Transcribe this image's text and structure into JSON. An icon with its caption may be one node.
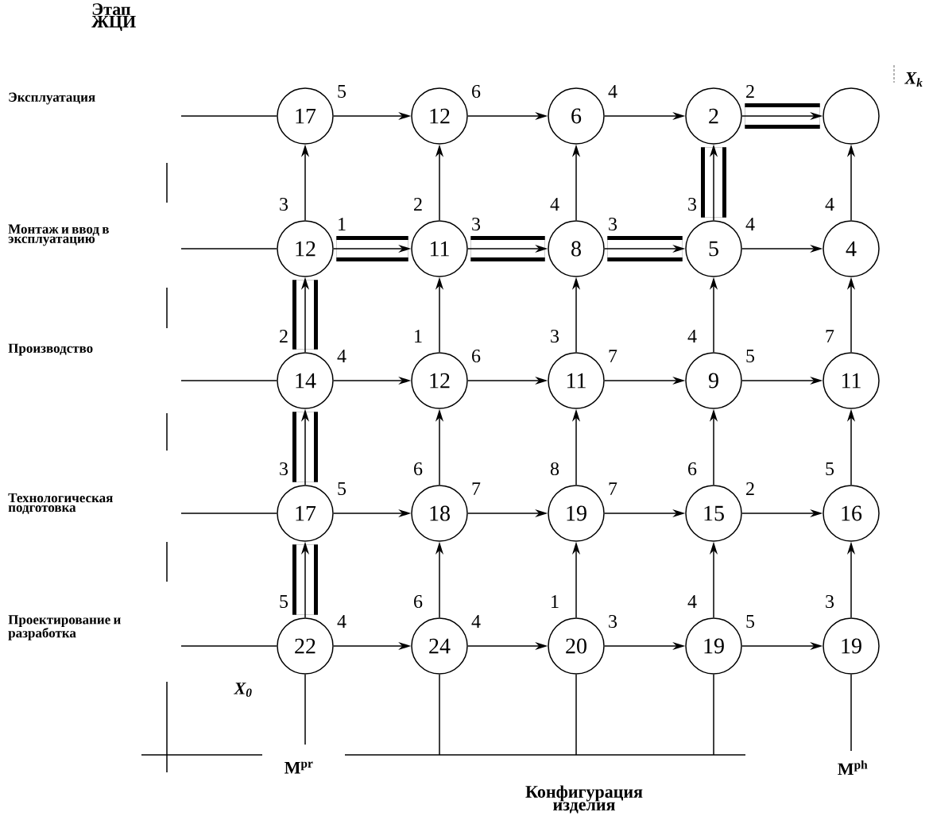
{
  "diagram": {
    "nodes": [
      {
        "text": [
          "17"
        ]
      },
      {
        "text": [
          "12"
        ]
      },
      {
        "text": [
          "6"
        ]
      },
      {
        "text": [
          "2"
        ]
      },
      {
        "text": [],
        "shape": "circle"
      },
      {
        "text": [
          "12"
        ]
      },
      {
        "text": [
          "11"
        ]
      },
      {
        "text": [
          "8"
        ]
      },
      {
        "text": [
          "5"
        ]
      },
      {
        "text": [
          "4"
        ]
      },
      {
        "text": [
          "14"
        ]
      },
      {
        "text": [
          "12"
        ]
      },
      {
        "text": [
          "11"
        ]
      },
      {
        "text": [
          "9"
        ]
      },
      {
        "text": [
          "11"
        ]
      },
      {
        "text": [
          "17"
        ]
      },
      {
        "text": [
          "18"
        ]
      },
      {
        "text": [
          "19"
        ]
      },
      {
        "text": [
          "15"
        ]
      },
      {
        "text": [
          "16"
        ]
      },
      {
        "text": [
          "22"
        ]
      },
      {
        "text": [
          "24"
        ]
      },
      {
        "text": [
          "20"
        ]
      },
      {
        "text": [
          "19"
        ]
      },
      {
        "text": [
          "19"
        ]
      }
    ],
    "edges": [
      {
        "from": null,
        "to": 0,
        "arrow": "none"
      },
      {
        "from": null,
        "to": 5,
        "arrow": "none"
      },
      {
        "from": null,
        "to": 10,
        "arrow": "none"
      },
      {
        "from": null,
        "to": 15,
        "arrow": "none"
      },
      {
        "from": null,
        "to": 20,
        "arrow": "none"
      },
      {
        "from": null,
        "to": 20,
        "arrow": "none"
      },
      {
        "from": null,
        "to": 21,
        "arrow": "none"
      },
      {
        "from": null,
        "to": 22,
        "arrow": "none"
      },
      {
        "from": null,
        "to": 23,
        "arrow": "none"
      },
      {
        "from": null,
        "to": 24,
        "arrow": "none"
      },
      {
        "from": 0,
        "to": 1,
        "arrow": "to",
        "label": "5"
      },
      {
        "from": 1,
        "to": 2,
        "arrow": "to",
        "label": "6"
      },
      {
        "from": 2,
        "to": 3,
        "arrow": "to",
        "label": "4"
      },
      {
        "from": 3,
        "to": 4,
        "arrow": "to",
        "label": "2",
        "style": "thick"
      },
      {
        "from": 5,
        "to": 6,
        "arrow": "to",
        "label": "1",
        "style": "thick"
      },
      {
        "from": 6,
        "to": 7,
        "arrow": "to",
        "label": "3",
        "style": "thick"
      },
      {
        "from": 7,
        "to": 8,
        "arrow": "to",
        "label": "3",
        "style": "thick"
      },
      {
        "from": 8,
        "to": 9,
        "arrow": "to",
        "label": "4"
      },
      {
        "from": 10,
        "to": 11,
        "arrow": "to",
        "label": "4"
      },
      {
        "from": 11,
        "to": 12,
        "arrow": "to",
        "label": "6"
      },
      {
        "from": 12,
        "to": 13,
        "arrow": "to",
        "label": "7"
      },
      {
        "from": 13,
        "to": 14,
        "arrow": "to",
        "label": "5"
      },
      {
        "from": 15,
        "to": 16,
        "arrow": "to",
        "label": "5"
      },
      {
        "from": 16,
        "to": 17,
        "arrow": "to",
        "label": "7"
      },
      {
        "from": 17,
        "to": 18,
        "arrow": "to",
        "label": "7"
      },
      {
        "from": 18,
        "to": 19,
        "arrow": "to",
        "label": "2"
      },
      {
        "from": 20,
        "to": 21,
        "arrow": "to",
        "label": "4"
      },
      {
        "from": 21,
        "to": 22,
        "arrow": "to",
        "label": "4"
      },
      {
        "from": 22,
        "to": 23,
        "arrow": "to",
        "label": "3"
      },
      {
        "from": 23,
        "to": 24,
        "arrow": "to",
        "label": "5"
      },
      {
        "from": 5,
        "to": 0,
        "arrow": "to",
        "label": "3"
      },
      {
        "from": 6,
        "to": 1,
        "arrow": "to",
        "label": "2"
      },
      {
        "from": 7,
        "to": 2,
        "arrow": "to",
        "label": "4"
      },
      {
        "from": 8,
        "to": 3,
        "arrow": "to",
        "label": "3",
        "style": "thick"
      },
      {
        "from": 9,
        "to": 4,
        "arrow": "to",
        "label": "4"
      },
      {
        "from": 10,
        "to": 5,
        "arrow": "to",
        "label": "2",
        "style": "thick"
      },
      {
        "from": 11,
        "to": 6,
        "arrow": "to",
        "label": "1"
      },
      {
        "from": 12,
        "to": 7,
        "arrow": "to",
        "label": "3"
      },
      {
        "from": 13,
        "to": 8,
        "arrow": "to",
        "label": "4"
      },
      {
        "from": 14,
        "to": 9,
        "arrow": "to",
        "label": "7"
      },
      {
        "from": 15,
        "to": 10,
        "arrow": "to",
        "label": "3",
        "style": "thick"
      },
      {
        "from": 16,
        "to": 11,
        "arrow": "to",
        "label": "6"
      },
      {
        "from": 17,
        "to": 12,
        "arrow": "to",
        "label": "8"
      },
      {
        "from": 18,
        "to": 13,
        "arrow": "to",
        "label": "6"
      },
      {
        "from": 19,
        "to": 14,
        "arrow": "to",
        "label": "5"
      },
      {
        "from": 20,
        "to": 15,
        "arrow": "to",
        "label": "5",
        "style": "thick"
      },
      {
        "from": 21,
        "to": 16,
        "arrow": "to",
        "label": "6"
      },
      {
        "from": 22,
        "to": 17,
        "arrow": "to",
        "label": "1"
      },
      {
        "from": 23,
        "to": 18,
        "arrow": "to",
        "label": "4"
      },
      {
        "from": 24,
        "to": 19,
        "arrow": "to",
        "label": "3"
      }
    ],
    "labels": [
      "Этап ЖЦИ",
      "X$_{k}$",
      "Эксплуатация",
      "Монтаж и ввод в эксплуатацию",
      "Производство",
      "Технологическая подготовка",
      "Проектирование и разработка",
      "X$_{0}$",
      "M$^{pr}$",
      "M$^{ph}$",
      "Конфигурация изделия"
    ]
  }
}
